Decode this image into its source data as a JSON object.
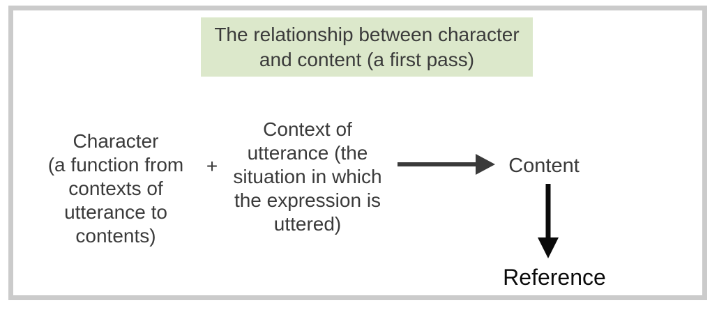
{
  "frame": {
    "border_color": "#cbcbcb"
  },
  "title_box": {
    "text": "The relationship between character\nand content (a first pass)",
    "bg_color": "#dce8cb",
    "text_color": "#3a3a3a"
  },
  "nodes": {
    "character": {
      "text": "Character\n(a function from\ncontexts of\nutterance to\ncontents)"
    },
    "plus_sign": "+",
    "context": {
      "text": "Context of\nutterance (the\nsituation in which\nthe expression is\nuttered)"
    },
    "content": {
      "text": "Content"
    },
    "reference": {
      "text": "Reference"
    }
  },
  "arrows": {
    "right_arrow": {
      "meaning": "character plus context yields content",
      "color": "#3a3a3a"
    },
    "down_arrow": {
      "meaning": "content determines reference",
      "color": "#0a0a0a"
    }
  }
}
